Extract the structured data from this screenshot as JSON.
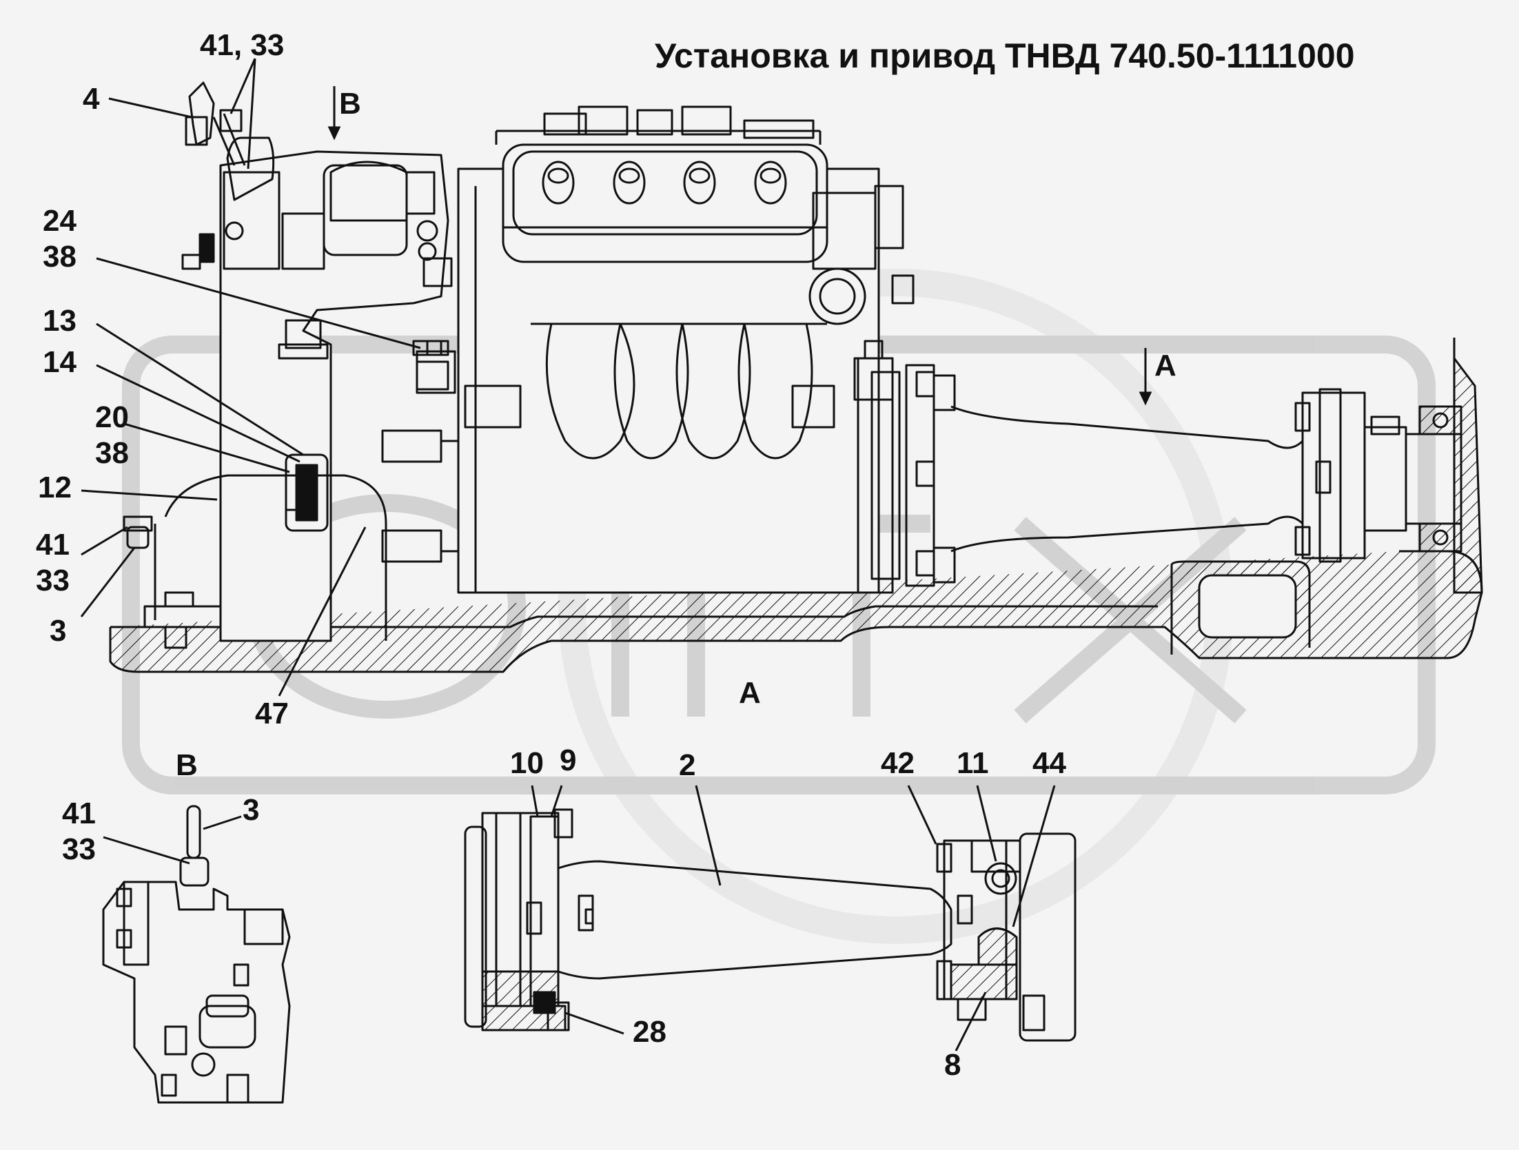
{
  "title": "Установка и привод ТНВД 740.50-1111000",
  "watermark": "ОРТИХ",
  "colors": {
    "line": "#111111",
    "background": "#f4f4f4",
    "watermark": "#cfcfcf"
  },
  "labels": {
    "l_41_33_top": "41, 33",
    "l_4": "4",
    "l_B_arrow": "В",
    "l_24_38": "24\n38",
    "l_13": "13",
    "l_14": "14",
    "l_20_38": "20\n38",
    "l_12": "12",
    "l_41_33_left": "41\n33",
    "l_3_left": "3",
    "l_47": "47",
    "l_A_arrow": "А",
    "l_A_section": "А",
    "l_B_view": "В",
    "l_41_33_view": "41\n33",
    "l_3_view": "3",
    "l_10": "10",
    "l_9": "9",
    "l_2": "2",
    "l_28": "28",
    "l_42": "42",
    "l_11": "11",
    "l_44": "44",
    "l_8": "8"
  }
}
